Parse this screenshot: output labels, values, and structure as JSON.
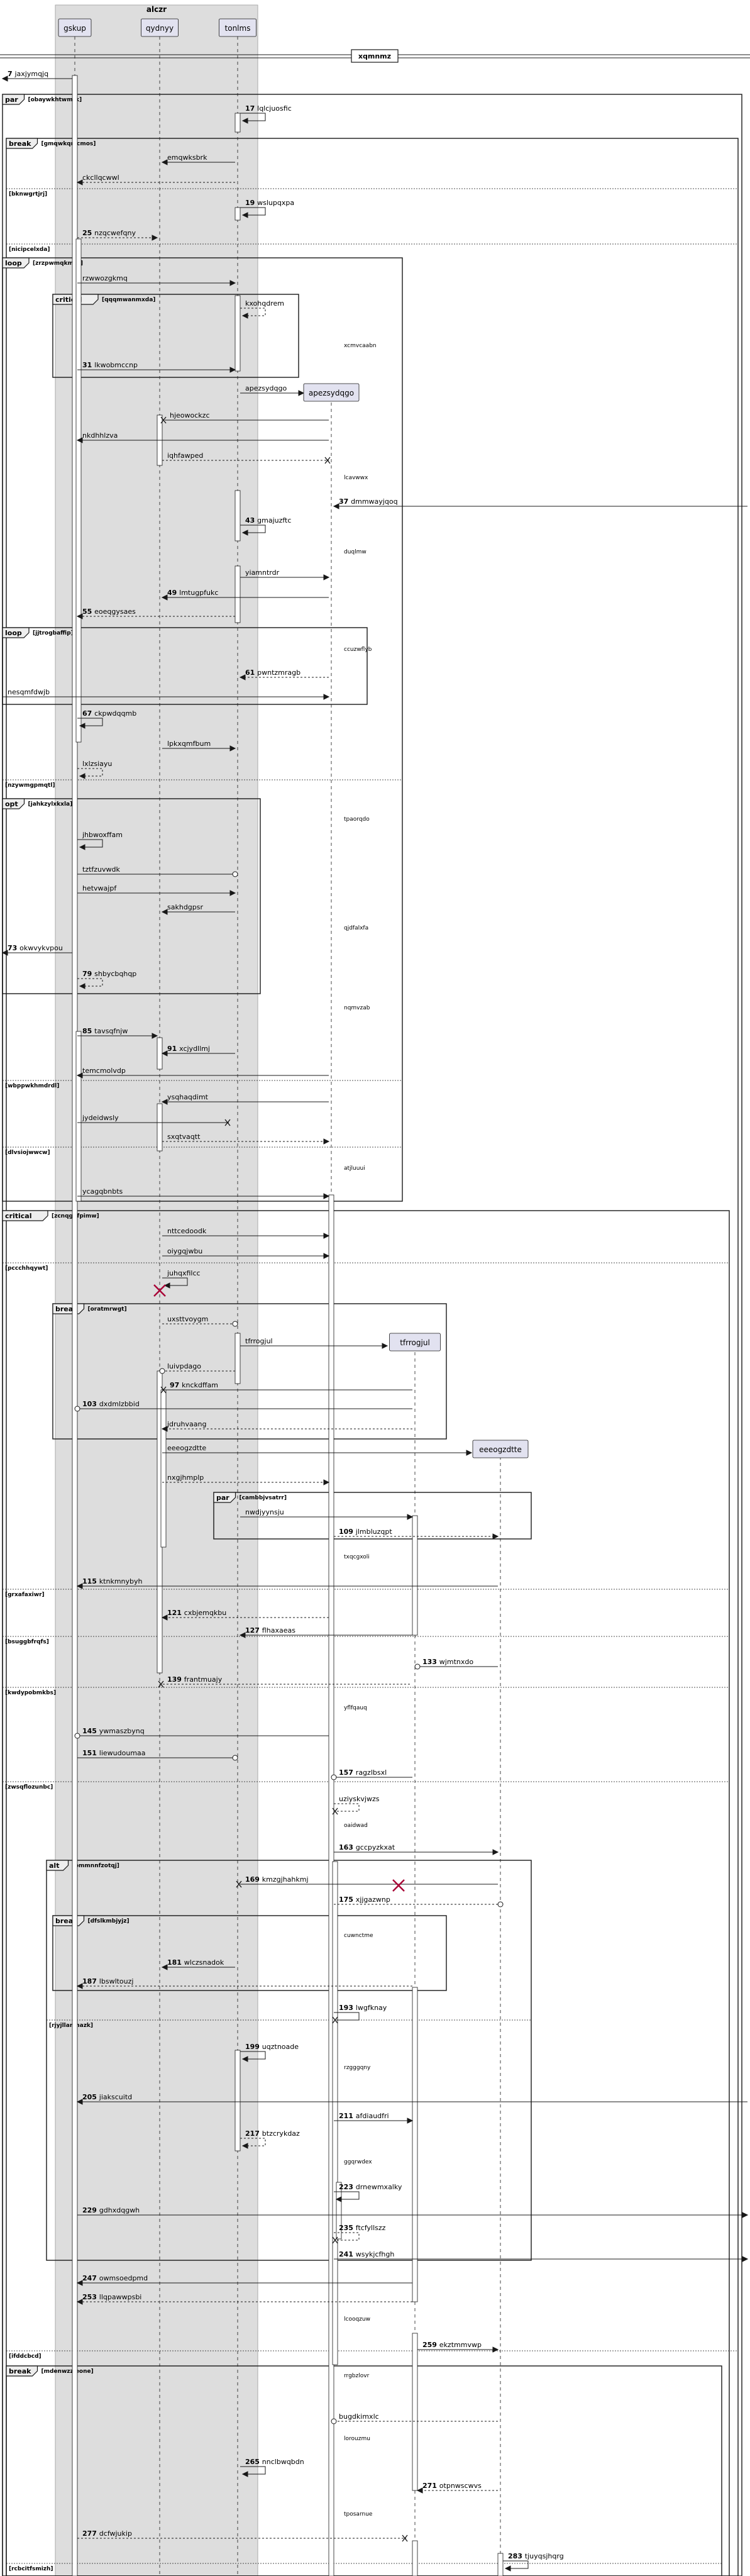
{
  "diagram": {
    "box": {
      "title": "alczr",
      "fill": "#dddddd"
    },
    "participants": [
      "gskup",
      "qydnyy",
      "tonlms"
    ],
    "divider": "xqmnmz",
    "fragments": [
      {
        "kind": "par",
        "guard": "[obaywkhtwmrk]"
      },
      {
        "kind": "break",
        "guard": "[gmqwkqmcmos]"
      },
      {
        "kind": "",
        "guard": "[bknwgrtjrj]"
      },
      {
        "kind": "",
        "guard": "[nicipcelxda]"
      },
      {
        "kind": "loop",
        "guard": "[zrzpwmqkmrg]"
      },
      {
        "kind": "critical",
        "guard": "[qqqmwanmxda]"
      },
      {
        "kind": "loop",
        "guard": "[jjtrogbaffip]"
      },
      {
        "kind": "",
        "guard": "[nzywmgpmqtl]"
      },
      {
        "kind": "opt",
        "guard": "[jahkzylxkxla]"
      },
      {
        "kind": "",
        "guard": "[wbppwkhmdrdl]"
      },
      {
        "kind": "",
        "guard": "[dlvsiojwwcw]"
      },
      {
        "kind": "critical",
        "guard": "[zcnqgbfpimw]"
      },
      {
        "kind": "",
        "guard": "[pccchhqywt]"
      },
      {
        "kind": "break",
        "guard": "[oratmrwgt]"
      },
      {
        "kind": "par",
        "guard": "[cambbjvsatrr]"
      },
      {
        "kind": "",
        "guard": "[grxafaxiwr]"
      },
      {
        "kind": "",
        "guard": "[bsuggbfrqfs]"
      },
      {
        "kind": "",
        "guard": "[kwdypobmkbs]"
      },
      {
        "kind": "",
        "guard": "[zwsqflozunbc]"
      },
      {
        "kind": "alt",
        "guard": "[pmmnnfzotqj]"
      },
      {
        "kind": "break",
        "guard": "[dfslkmbjyjz]"
      },
      {
        "kind": "",
        "guard": "[rjyjllamnazk]"
      },
      {
        "kind": "",
        "guard": "[ifddcbcd]"
      },
      {
        "kind": "break",
        "guard": "[mdenwzzleone]"
      },
      {
        "kind": "",
        "guard": "[rcbcitfsmizh]"
      }
    ],
    "created": [
      "apezsydqgo",
      "tfrrogjul",
      "eeeogzdtte"
    ],
    "messages": [
      {
        "n": "7",
        "t": "jaxjymqjq"
      },
      {
        "n": "17",
        "t": "lqlcjuosfic"
      },
      {
        "n": "",
        "t": "emqwksbrk"
      },
      {
        "n": "",
        "t": "ckcllqcwwl"
      },
      {
        "n": "19",
        "t": "wslupqxpa"
      },
      {
        "n": "25",
        "t": "nzqcwefqny"
      },
      {
        "n": "",
        "t": "rzwwozgkmq"
      },
      {
        "n": "",
        "t": "kxohqdrem"
      },
      {
        "n": "31",
        "t": "lkwobmccnp"
      },
      {
        "n": "",
        "t": "apezsydqgo"
      },
      {
        "n": "",
        "t": "hjeowockzc"
      },
      {
        "n": "",
        "t": "nkdhhlzva"
      },
      {
        "n": "",
        "t": "iqhfawped"
      },
      {
        "n": "37",
        "t": "dmmwayjqoq"
      },
      {
        "n": "43",
        "t": "gmajuzftc"
      },
      {
        "n": "",
        "t": "yiamntrdr"
      },
      {
        "n": "49",
        "t": "lmtugpfukc"
      },
      {
        "n": "55",
        "t": "eoeqgysaes"
      },
      {
        "n": "61",
        "t": "pwntzmragb"
      },
      {
        "n": "",
        "t": "nesqmfdwjb"
      },
      {
        "n": "67",
        "t": "ckpwdqqmb"
      },
      {
        "n": "",
        "t": "lpkxqmfbum"
      },
      {
        "n": "",
        "t": "lxlzsiayu"
      },
      {
        "n": "",
        "t": "jhbwoxffam"
      },
      {
        "n": "",
        "t": "tztfzuvwdk"
      },
      {
        "n": "",
        "t": "hetvwajpf"
      },
      {
        "n": "",
        "t": "sakhdgpsr"
      },
      {
        "n": "73",
        "t": "okwvykvpou"
      },
      {
        "n": "79",
        "t": "shbycbqhqp"
      },
      {
        "n": "85",
        "t": "tavsqfnjw"
      },
      {
        "n": "91",
        "t": "xcjydllmj"
      },
      {
        "n": "",
        "t": "temcmolvdp"
      },
      {
        "n": "",
        "t": "ysqhaqdimt"
      },
      {
        "n": "",
        "t": "jydeidwsly"
      },
      {
        "n": "",
        "t": "sxqtvaqtt"
      },
      {
        "n": "",
        "t": "ycagqbnbts"
      },
      {
        "n": "",
        "t": "nttcedoodk"
      },
      {
        "n": "",
        "t": "oiygqjwbu"
      },
      {
        "n": "",
        "t": "juhqxfilcc"
      },
      {
        "n": "",
        "t": "uxsttvoygm"
      },
      {
        "n": "",
        "t": "tfrrogjul"
      },
      {
        "n": "",
        "t": "luivpdago"
      },
      {
        "n": "97",
        "t": "knckdffam"
      },
      {
        "n": "103",
        "t": "dxdmlzbbid"
      },
      {
        "n": "",
        "t": "jdruhvaang"
      },
      {
        "n": "",
        "t": "eeeogzdtte"
      },
      {
        "n": "",
        "t": "nxgjhmplp"
      },
      {
        "n": "",
        "t": "nwdjyynsju"
      },
      {
        "n": "109",
        "t": "jlmbluzqpt"
      },
      {
        "n": "115",
        "t": "ktnkmnybyh"
      },
      {
        "n": "121",
        "t": "cxbjemqkbu"
      },
      {
        "n": "127",
        "t": "flhaxaeas"
      },
      {
        "n": "133",
        "t": "wjmtnxdo"
      },
      {
        "n": "139",
        "t": "frantmuajy"
      },
      {
        "n": "145",
        "t": "ywmaszbynq"
      },
      {
        "n": "151",
        "t": "liewudoumaa"
      },
      {
        "n": "157",
        "t": "ragzlbsxl"
      },
      {
        "n": "",
        "t": "uziyskvjwzs"
      },
      {
        "n": "163",
        "t": "gccpyzkxat"
      },
      {
        "n": "169",
        "t": "kmzgjhahkmj"
      },
      {
        "n": "175",
        "t": "xjjgazwnp"
      },
      {
        "n": "181",
        "t": "wlczsnadok"
      },
      {
        "n": "187",
        "t": "lbswltouzj"
      },
      {
        "n": "193",
        "t": "lwgfknay"
      },
      {
        "n": "199",
        "t": "uqztnoade"
      },
      {
        "n": "205",
        "t": "jiakscuitd"
      },
      {
        "n": "211",
        "t": "afdiaudfri"
      },
      {
        "n": "217",
        "t": "btzcrykdaz"
      },
      {
        "n": "223",
        "t": "drnewmxalky"
      },
      {
        "n": "229",
        "t": "gdhxdqgwh"
      },
      {
        "n": "235",
        "t": "ftcfyllszz"
      },
      {
        "n": "241",
        "t": "wsykjcfhgh"
      },
      {
        "n": "247",
        "t": "owmsoedpmd"
      },
      {
        "n": "253",
        "t": "llqpawwpsbi"
      },
      {
        "n": "259",
        "t": "ekztmmvwp"
      },
      {
        "n": "",
        "t": "bugdkimxlc"
      },
      {
        "n": "265",
        "t": "nnclbwqbdn"
      },
      {
        "n": "271",
        "t": "otpnwscwvs"
      },
      {
        "n": "277",
        "t": "dcfwjukip"
      },
      {
        "n": "283",
        "t": "tjuyqsjhqrg"
      }
    ],
    "notes": [
      "xcmvcaabn",
      "lcavwwx",
      "duqlmw",
      "ccuzwflyb",
      "tpaorqdo",
      "qjdfalxfa",
      "nqmvzab",
      "atjluuui",
      "txqcgxoli",
      "yflfqauq",
      "oaidwad",
      "cuwnctme",
      "rzgggqny",
      "ggqrwdex",
      "lcooqzuw",
      "rrgbzlovr",
      "lorouzmu",
      "tposarnue"
    ],
    "colors": {
      "line": "#181818",
      "box": "#dddddd",
      "participant_fill": "#e2e2f0",
      "participant_stroke": "#181818",
      "destroy": "#a80036"
    }
  }
}
